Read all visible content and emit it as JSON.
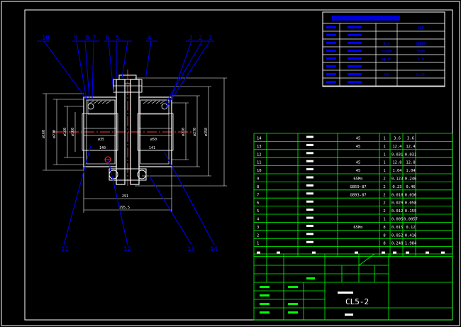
{
  "colors": {
    "background": "#000000",
    "frame": "#ffffff",
    "table": "#00ff00",
    "leader": "#0000ff",
    "part": "#ffffff",
    "dim": "#ffffff",
    "center": "#ff3333",
    "title_text": "#ffffff",
    "param_text": "#0000ff"
  },
  "balloons": {
    "top": [
      "10",
      "9",
      "8",
      "7",
      "6",
      "5",
      "4",
      "3",
      "2",
      "1"
    ],
    "bottom": [
      "11",
      "12",
      "13",
      "14"
    ]
  },
  "dimensions": [
    "ø160",
    "ø230",
    "ø160",
    "ø160",
    "ø210",
    "ø270",
    "ø358",
    "ø35",
    "ø50",
    "140",
    "141",
    "291",
    "295.5"
  ],
  "param_table": {
    "rows": [
      [
        "",
        "",
        "",
        "CL5"
      ],
      [
        "",
        "",
        "",
        ""
      ],
      [
        "",
        "",
        "N.m",
        "10000"
      ],
      [
        "",
        "",
        "r/min",
        "3000"
      ],
      [
        "",
        "",
        "kg.m²",
        "5.0"
      ],
      [
        "",
        "",
        "",
        ""
      ],
      [
        "",
        "",
        "PN",
        "0.25"
      ],
      [
        "",
        "",
        "",
        ""
      ]
    ]
  },
  "bom": {
    "rows": [
      [
        "14",
        "",
        "",
        "45",
        "1",
        "3.6",
        "3.6"
      ],
      [
        "13",
        "",
        "",
        "45",
        "1",
        "12.4",
        "12.4"
      ],
      [
        "12",
        "",
        "",
        "",
        "1",
        "0.031",
        "0.031"
      ],
      [
        "11",
        "",
        "",
        "45",
        "1",
        "12.8",
        "12.8"
      ],
      [
        "10",
        "",
        "",
        "45",
        "1",
        "1.04",
        "1.04"
      ],
      [
        "9",
        "",
        "",
        "65Mn",
        "2",
        "0.123",
        "0.246"
      ],
      [
        "8",
        "",
        "",
        "GB59-87",
        "2",
        "0.23",
        "0.46"
      ],
      [
        "7",
        "",
        "",
        "GB93-87",
        "2",
        "0.018",
        "0.036"
      ],
      [
        "6",
        "",
        "",
        "",
        "2",
        "0.029",
        "0.058"
      ],
      [
        "5",
        "",
        "",
        "",
        "2",
        "0.012",
        "0.155"
      ],
      [
        "4",
        "",
        "",
        "",
        "1",
        "0.005",
        "0.0057"
      ],
      [
        "3",
        "",
        "",
        "65Mn",
        "8",
        "0.015",
        "0.12"
      ],
      [
        "2",
        "",
        "",
        "",
        "8",
        "0.052",
        "0.416"
      ],
      [
        "1",
        "",
        "",
        "",
        "8",
        "0.248",
        "1.984"
      ]
    ]
  },
  "title_block": {
    "drawing_no": "CL5-2"
  }
}
